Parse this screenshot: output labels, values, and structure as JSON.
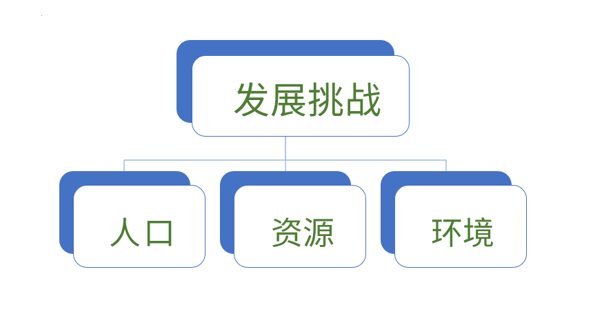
{
  "diagram": {
    "root": {
      "label": "发展挑战"
    },
    "children": [
      {
        "label": "人口"
      },
      {
        "label": "资源"
      },
      {
        "label": "环境"
      }
    ]
  },
  "colors": {
    "accent": "#4472c4",
    "text": "#4f7d34",
    "connector": "#8faadc",
    "background": "#ffffff"
  }
}
